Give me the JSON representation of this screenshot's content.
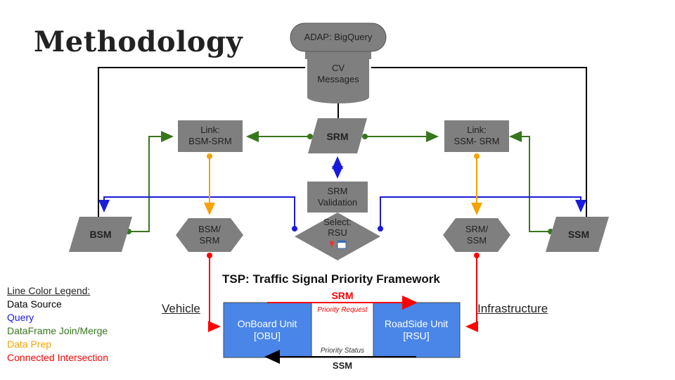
{
  "title": "Methodology",
  "database": {
    "top_label": "ADAP: BigQuery",
    "body_label": [
      "CV",
      "Messages"
    ]
  },
  "nodes": {
    "srm_source": "SRM",
    "link_bsm_srm": [
      "Link:",
      "BSM-SRM"
    ],
    "link_ssm_srm": [
      "Link:",
      "SSM- SRM"
    ],
    "srm_validation": [
      "SRM",
      "Validation"
    ],
    "select_rsu": [
      "Select:",
      "RSU"
    ],
    "bsm_source": "BSM",
    "ssm_source": "SSM",
    "bsm_srm_prep": [
      "BSM/",
      "SRM"
    ],
    "srm_ssm_prep": [
      "SRM/",
      "SSM"
    ]
  },
  "tsp": {
    "title": "TSP: Traffic Signal Priority Framework",
    "srm_label": "SRM",
    "ssm_label": "SSM",
    "priority_request": "Priority Request",
    "priority_status": "Priority Status",
    "obu": [
      "OnBoard Unit",
      "[OBU]"
    ],
    "rsu": [
      "RoadSide Unit",
      "[RSU]"
    ],
    "vehicle_label": "Vehicle",
    "infrastructure_label": "Infrastructure"
  },
  "legend": {
    "heading": "Line Color Legend:",
    "items": [
      {
        "label": "Data Source",
        "color": "#000000"
      },
      {
        "label": "Query",
        "color": "#1a1adc"
      },
      {
        "label": "DataFrame Join/Merge",
        "color": "#38761d"
      },
      {
        "label": "Data Prep",
        "color": "#f4a300"
      },
      {
        "label": "Connected Intersection",
        "color": "#ff0000"
      }
    ]
  },
  "colors": {
    "node_fill": "#7f7f7f",
    "unit_fill": "#4a86e8",
    "black": "#000000",
    "blue": "#1a1adc",
    "green": "#38761d",
    "orange": "#f4a300",
    "red": "#ff0000"
  },
  "icons": [
    "map-pin-icon",
    "calendar-icon"
  ]
}
